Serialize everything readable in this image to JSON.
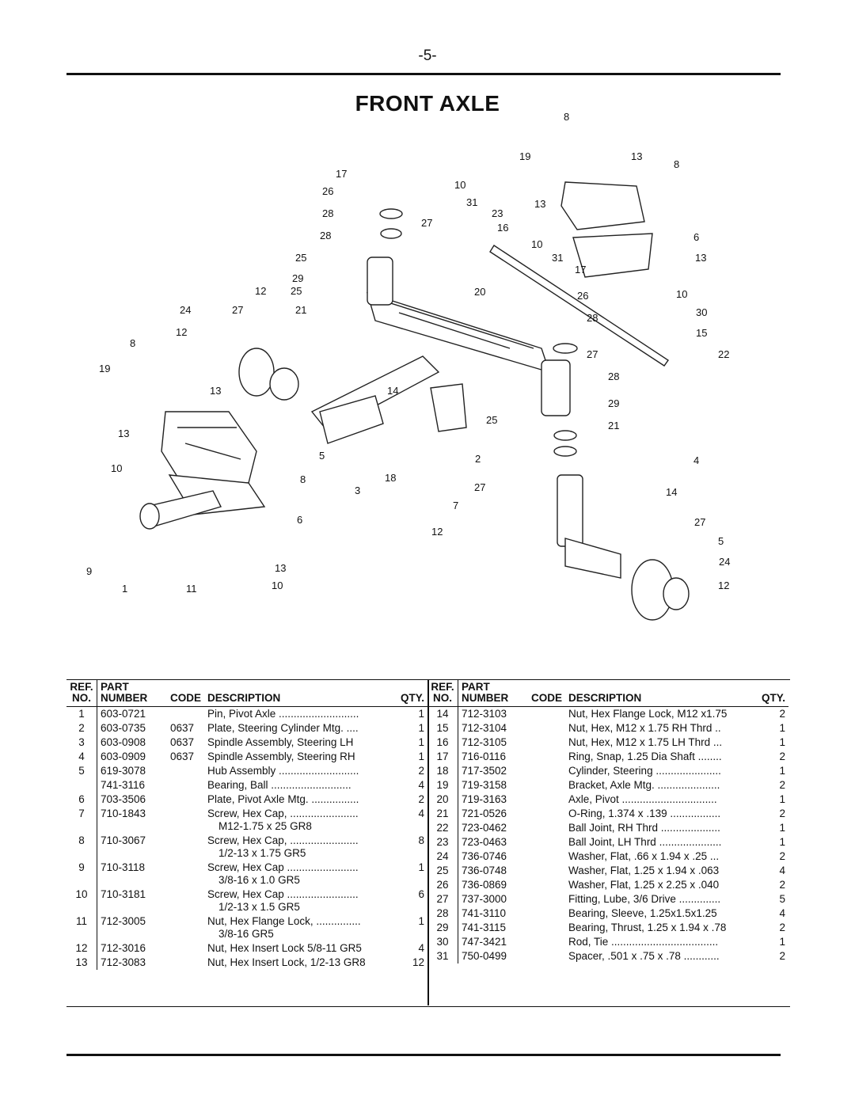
{
  "page_number": "-5-",
  "title": "FRONT AXLE",
  "callouts": [
    "8",
    "19",
    "13",
    "8",
    "17",
    "10",
    "26",
    "31",
    "23",
    "13",
    "28",
    "27",
    "16",
    "28",
    "10",
    "6",
    "25",
    "31",
    "17",
    "13",
    "29",
    "12",
    "25",
    "20",
    "26",
    "10",
    "24",
    "27",
    "21",
    "30",
    "28",
    "15",
    "12",
    "8",
    "27",
    "22",
    "19",
    "13",
    "14",
    "28",
    "29",
    "25",
    "21",
    "13",
    "5",
    "2",
    "10",
    "4",
    "8",
    "18",
    "3",
    "27",
    "14",
    "7",
    "6",
    "12",
    "27",
    "5",
    "9",
    "13",
    "24",
    "1",
    "11",
    "10",
    "12"
  ],
  "columns": {
    "ref_line1": "REF.",
    "ref_line2": "NO.",
    "part_line1": "PART",
    "part_line2": "NUMBER",
    "code": "CODE",
    "description": "DESCRIPTION",
    "qty": "QTY."
  },
  "parts_left": [
    {
      "ref": "1",
      "part": "603-0721",
      "code": "",
      "desc": "Pin, Pivot Axle ...........................",
      "sub": "",
      "qty": "1"
    },
    {
      "ref": "2",
      "part": "603-0735",
      "code": "0637",
      "desc": "Plate, Steering Cylinder Mtg. ....",
      "sub": "",
      "qty": "1"
    },
    {
      "ref": "3",
      "part": "603-0908",
      "code": "0637",
      "desc": "Spindle Assembly, Steering LH",
      "sub": "",
      "qty": "1"
    },
    {
      "ref": "4",
      "part": "603-0909",
      "code": "0637",
      "desc": "Spindle Assembly, Steering RH",
      "sub": "",
      "qty": "1"
    },
    {
      "ref": "5",
      "part": "619-3078",
      "code": "",
      "desc": "Hub Assembly ...........................",
      "sub": "",
      "qty": "2"
    },
    {
      "ref": "",
      "part": "741-3116",
      "code": "",
      "desc": "  Bearing, Ball ...........................",
      "sub": "",
      "qty": "4"
    },
    {
      "ref": "6",
      "part": "703-3506",
      "code": "",
      "desc": "Plate, Pivot Axle Mtg. ................",
      "sub": "",
      "qty": "2"
    },
    {
      "ref": "7",
      "part": "710-1843",
      "code": "",
      "desc": "Screw, Hex Cap, .......................",
      "sub": "M12-1.75 x 25 GR8",
      "qty": "4"
    },
    {
      "ref": "8",
      "part": "710-3067",
      "code": "",
      "desc": "Screw, Hex Cap, .......................",
      "sub": "1/2-13 x 1.75 GR5",
      "qty": "8"
    },
    {
      "ref": "9",
      "part": "710-3118",
      "code": "",
      "desc": "Screw, Hex Cap ........................",
      "sub": "3/8-16 x 1.0 GR5",
      "qty": "1"
    },
    {
      "ref": "10",
      "part": "710-3181",
      "code": "",
      "desc": "Screw, Hex Cap ........................",
      "sub": "1/2-13 x 1.5 GR5",
      "qty": "6"
    },
    {
      "ref": "11",
      "part": "712-3005",
      "code": "",
      "desc": "Nut, Hex Flange Lock, ...............",
      "sub": "3/8-16 GR5",
      "qty": "1"
    },
    {
      "ref": "12",
      "part": "712-3016",
      "code": "",
      "desc": "Nut, Hex Insert Lock 5/8-11 GR5",
      "sub": "",
      "qty": "4"
    },
    {
      "ref": "13",
      "part": "712-3083",
      "code": "",
      "desc": "Nut, Hex Insert Lock, 1/2-13 GR8",
      "sub": "",
      "qty": "12"
    }
  ],
  "parts_right": [
    {
      "ref": "14",
      "part": "712-3103",
      "code": "",
      "desc": "Nut, Hex Flange Lock, M12 x1.75",
      "qty": "2"
    },
    {
      "ref": "15",
      "part": "712-3104",
      "code": "",
      "desc": "Nut, Hex, M12 x 1.75 RH Thrd ..",
      "qty": "1"
    },
    {
      "ref": "16",
      "part": "712-3105",
      "code": "",
      "desc": "Nut, Hex, M12 x 1.75 LH Thrd ...",
      "qty": "1"
    },
    {
      "ref": "17",
      "part": "716-0116",
      "code": "",
      "desc": "Ring, Snap, 1.25 Dia Shaft ........",
      "qty": "2"
    },
    {
      "ref": "18",
      "part": "717-3502",
      "code": "",
      "desc": "Cylinder, Steering ......................",
      "qty": "1"
    },
    {
      "ref": "19",
      "part": "719-3158",
      "code": "",
      "desc": "Bracket, Axle Mtg. .....................",
      "qty": "2"
    },
    {
      "ref": "20",
      "part": "719-3163",
      "code": "",
      "desc": "Axle, Pivot ................................",
      "qty": "1"
    },
    {
      "ref": "21",
      "part": "721-0526",
      "code": "",
      "desc": "O-Ring, 1.374 x .139 .................",
      "qty": "2"
    },
    {
      "ref": "22",
      "part": "723-0462",
      "code": "",
      "desc": "Ball Joint, RH Thrd ....................",
      "qty": "1"
    },
    {
      "ref": "23",
      "part": "723-0463",
      "code": "",
      "desc": "Ball Joint, LH Thrd .....................",
      "qty": "1"
    },
    {
      "ref": "24",
      "part": "736-0746",
      "code": "",
      "desc": "Washer, Flat, .66 x 1.94 x .25 ...",
      "qty": "2"
    },
    {
      "ref": "25",
      "part": "736-0748",
      "code": "",
      "desc": "Washer, Flat, 1.25 x 1.94 x .063",
      "qty": "4"
    },
    {
      "ref": "26",
      "part": "736-0869",
      "code": "",
      "desc": "Washer, Flat, 1.25 x 2.25 x .040",
      "qty": "2"
    },
    {
      "ref": "27",
      "part": "737-3000",
      "code": "",
      "desc": "Fitting, Lube, 3/6 Drive ..............",
      "qty": "5"
    },
    {
      "ref": "28",
      "part": "741-3110",
      "code": "",
      "desc": "Bearing, Sleeve, 1.25x1.5x1.25",
      "qty": "4"
    },
    {
      "ref": "29",
      "part": "741-3115",
      "code": "",
      "desc": "Bearing, Thrust, 1.25 x 1.94 x .78",
      "qty": "2"
    },
    {
      "ref": "30",
      "part": "747-3421",
      "code": "",
      "desc": "Rod, Tie ....................................",
      "qty": "1"
    },
    {
      "ref": "31",
      "part": "750-0499",
      "code": "",
      "desc": "Spacer, .501 x .75 x .78 ............",
      "qty": "2"
    }
  ]
}
